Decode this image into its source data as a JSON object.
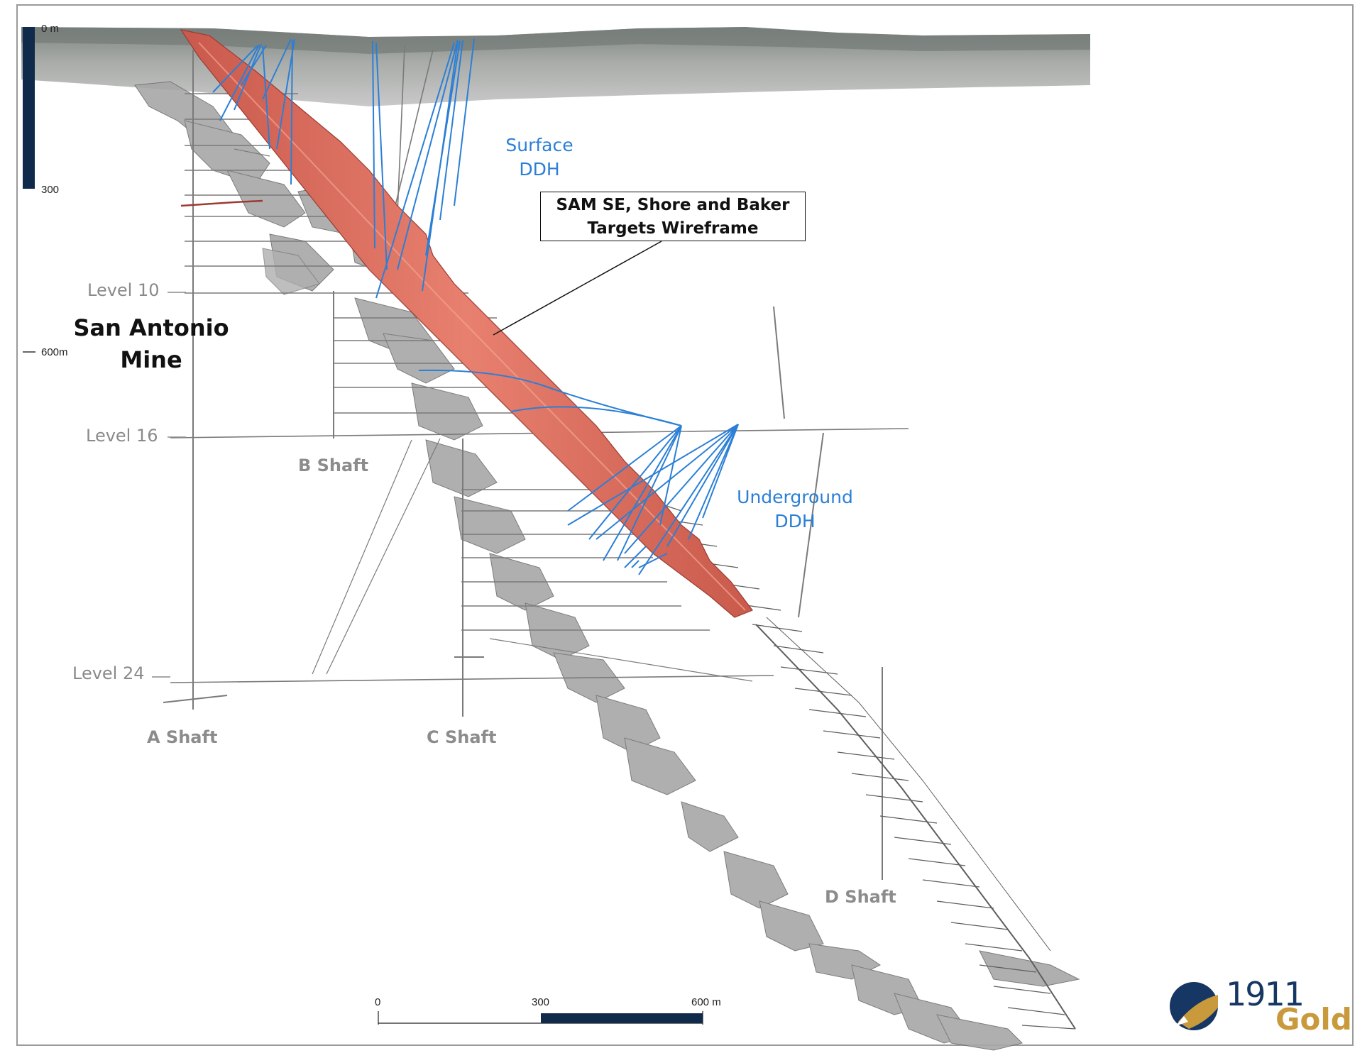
{
  "labels": {
    "mine_line1": "San Antonio",
    "mine_line2": "Mine",
    "level10": "Level 10",
    "level16": "Level 16",
    "level24": "Level 24",
    "a_shaft": "A Shaft",
    "b_shaft": "B Shaft",
    "c_shaft": "C Shaft",
    "d_shaft": "D Shaft",
    "surface_ddh_line1": "Surface",
    "surface_ddh_line2": "DDH",
    "underground_ddh_line1": "Underground",
    "underground_ddh_line2": "DDH",
    "callout_line1": "SAM SE, Shore and Baker",
    "callout_line2": "Targets Wireframe"
  },
  "depth_scale": {
    "top": "0 m",
    "mid": "300",
    "bottom": "600m"
  },
  "horizontal_scale": {
    "start": "0",
    "mid": "300",
    "end": "600 m"
  },
  "logo": {
    "number": "1911",
    "word": "Gold"
  },
  "colors": {
    "wireframe": "#e07263",
    "ddh": "#2b7fd6",
    "workings": "#7a7a7a",
    "scale_fill": "#102a4c",
    "logo_navy": "#163663",
    "logo_gold": "#c89a3c"
  }
}
